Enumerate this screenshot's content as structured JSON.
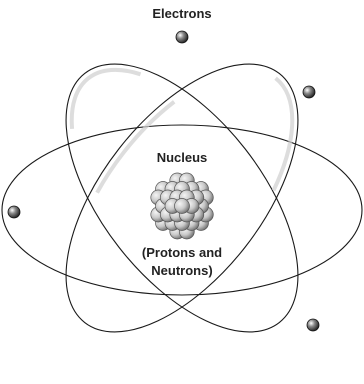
{
  "labels": {
    "top": "Electrons",
    "nucleus": "Nucleus",
    "composition_line1": "(Protons and",
    "composition_line2": "Neutrons)"
  },
  "colors": {
    "orbit": "#1a1a1a",
    "electron": "#2b2b2b",
    "nucleon_light": "#d9d9d9",
    "nucleon_dark": "#7a7a7a"
  },
  "electron_count": 4,
  "orbit_count": 3
}
